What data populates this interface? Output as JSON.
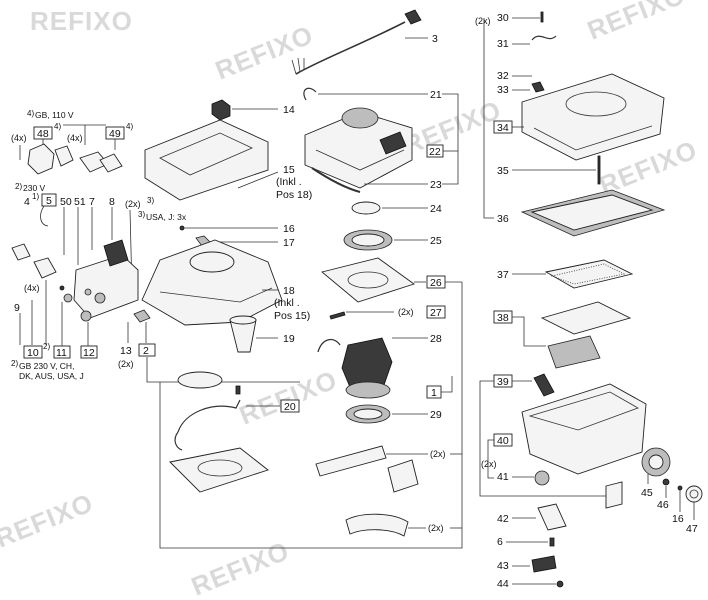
{
  "watermark": "REFIXO",
  "notes": {
    "gb110": "GB, 110 V",
    "gb110_sup": "4)",
    "v230": "230 V",
    "v230_sup": "2)",
    "usa_note": "USA, J: 3x",
    "usa_sup": "3)",
    "gb230": "GB 230 V, CH,",
    "gb230_line2": "DK, AUS, USA, J",
    "gb230_sup": "2)",
    "x2_sup": "(2x)",
    "x2_sup_mark": "3)",
    "x4_a": "(4x)",
    "x4_b": "(4x)",
    "x4_c": "(4x)",
    "x2_13": "(2x)",
    "x2_30": "(2x)",
    "x2_27": "(2x)",
    "x2_41": "(2x)",
    "x2_lower1": "(2x)",
    "x2_lower2": "(2x)",
    "sup_48": "4)",
    "sup_49": "4)",
    "sup_4": "1)",
    "sup_10": "2)"
  },
  "callouts": {
    "c3": "3",
    "c14": "14",
    "c15": "15",
    "c15_inkl": "(Inkl .",
    "c15_pos": "Pos 18)",
    "c16": "16",
    "c17": "17",
    "c18": "18",
    "c18_inkl": "(Inkl .",
    "c18_pos": "Pos 15)",
    "c19": "19",
    "c13": "13",
    "c2": "2",
    "c20": "20",
    "c21": "21",
    "c22": "22",
    "c23": "23",
    "c24": "24",
    "c25": "25",
    "c26": "26",
    "c27": "27",
    "c28": "28",
    "c1": "1",
    "c29": "29",
    "c30": "30",
    "c31": "31",
    "c32": "32",
    "c33": "33",
    "c34": "34",
    "c35": "35",
    "c36": "36",
    "c37": "37",
    "c38": "38",
    "c39": "39",
    "c40": "40",
    "c41": "41",
    "c42": "42",
    "c6": "6",
    "c43": "43",
    "c44": "44",
    "c45": "45",
    "c46": "46",
    "c16b": "16",
    "c47": "47",
    "c48": "48",
    "c49": "49",
    "c4": "4",
    "c5": "5",
    "c50": "50",
    "c51": "51",
    "c7": "7",
    "c8": "8",
    "c9": "9",
    "c10": "10",
    "c11": "11",
    "c12": "12"
  }
}
